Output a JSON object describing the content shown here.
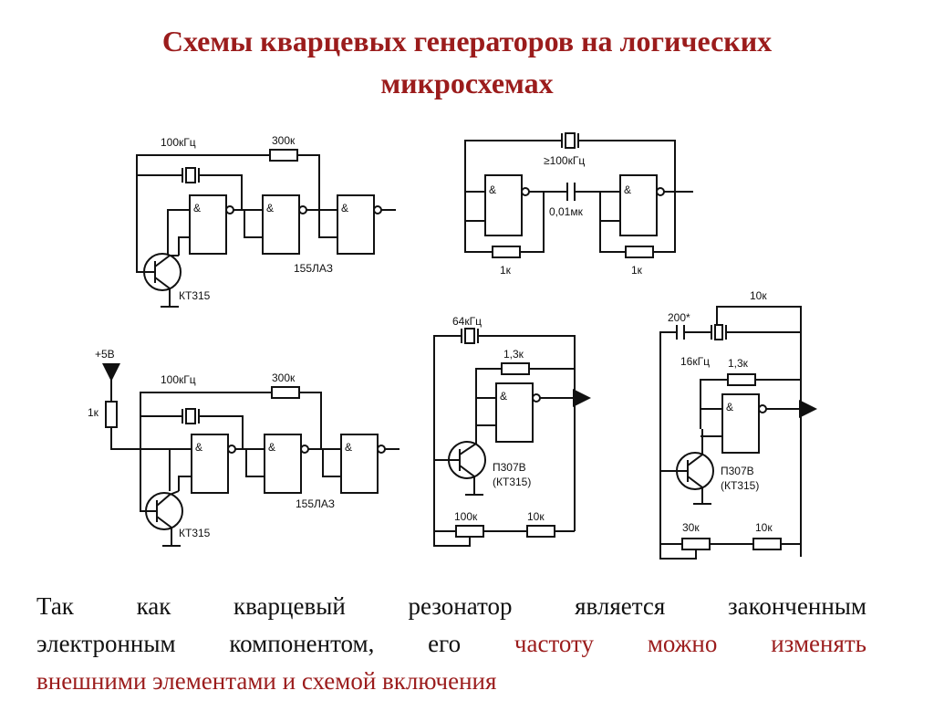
{
  "title": {
    "line1": "Схемы кварцевых генераторов на логических",
    "line2": "микросхемах"
  },
  "gate_symbol": "&",
  "circuits": {
    "c1": {
      "crystal": "100кГц",
      "resistor": "300к",
      "chip": "155ЛАЗ",
      "transistor": "КТ315"
    },
    "c2": {
      "crystal": "≥100кГц",
      "capacitor": "0,01мк",
      "r1": "1к",
      "r2": "1к"
    },
    "c3": {
      "supply": "+5В",
      "pot": "1к",
      "crystal": "100кГц",
      "resistor": "300к",
      "chip": "155ЛАЗ",
      "transistor": "КТ315"
    },
    "c4": {
      "crystal": "64кГц",
      "r_fb": "1,3к",
      "transistor": "П307В",
      "transistor_alt": "(КТ315)",
      "r_pot": "100к",
      "r2": "10к"
    },
    "c5": {
      "cap": "200*",
      "crystal": "16кГц",
      "r_top": "10к",
      "r_fb": "1,3к",
      "transistor": "П307В",
      "transistor_alt": "(КТ315)",
      "r_pot": "30к",
      "r2": "10к"
    }
  },
  "caption": {
    "line1": "Так как кварцевый резонатор является законченным",
    "line2_black": "электронным компонентом, его ",
    "line2_red": "частоту можно изменять",
    "line3_red": "внешними элементами и схемой включения"
  }
}
